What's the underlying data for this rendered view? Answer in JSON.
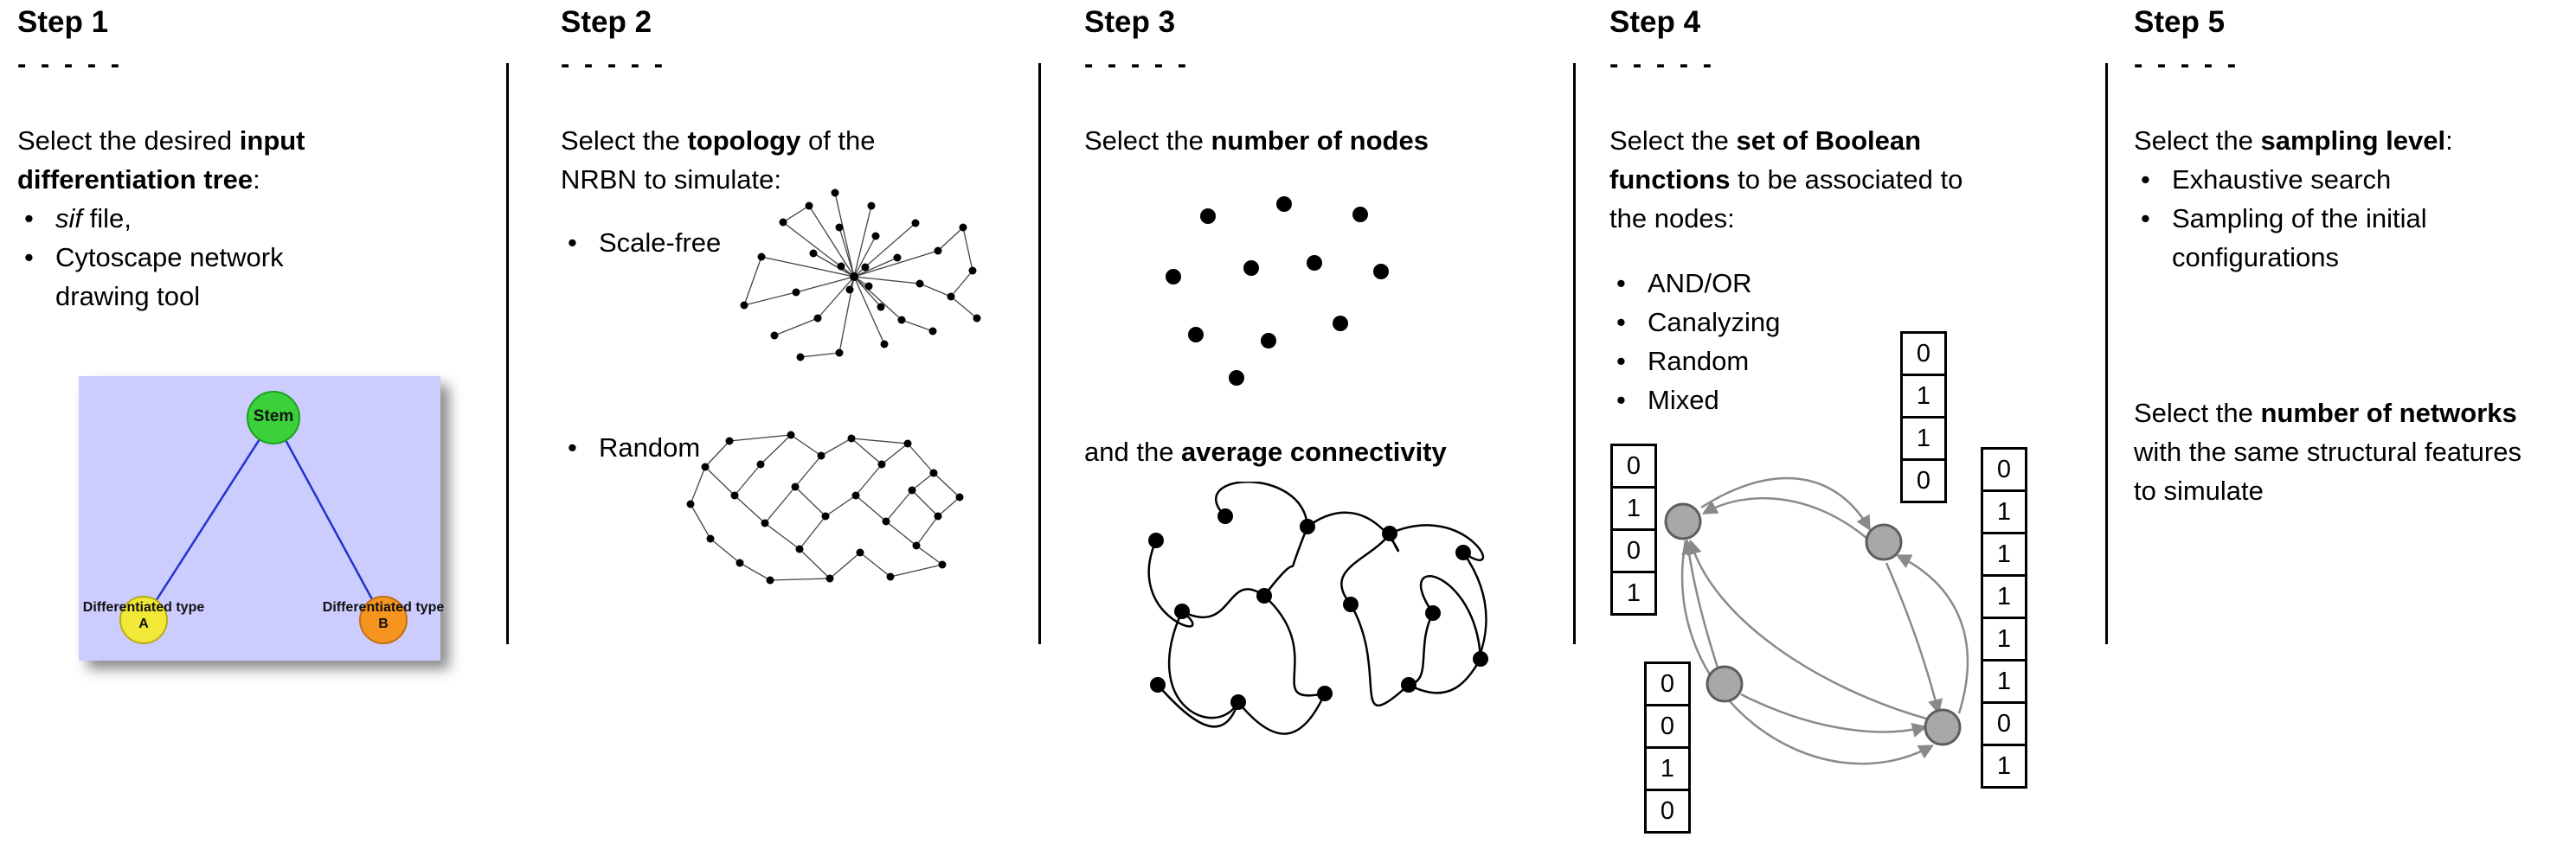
{
  "ui": {
    "dashes": "- - - - -",
    "bullet": "•"
  },
  "colors": {
    "stem_green": "#3ad13a",
    "type_a_yellow": "#f2e838",
    "type_b_orange": "#f5951f",
    "panel_lavender": "#ccccff",
    "tree_edge_blue": "#2233cc",
    "network_node_gray": "#a8a8a8",
    "arrow_gray": "#8a8a8a"
  },
  "step1": {
    "title": "Step 1",
    "intro_pre": "Select the desired ",
    "intro_bold": "input differentiation tree",
    "intro_post": ":",
    "bullet1_italic": "sif",
    "bullet1_rest": " file,",
    "bullet2": "Cytoscape network drawing tool",
    "tree": {
      "stem_label": "Stem",
      "type_a_label": "Differentiated type A",
      "type_b_label": "Differentiated type B"
    }
  },
  "step2": {
    "title": "Step 2",
    "intro_pre": "Select the ",
    "intro_bold": "topology",
    "intro_post": " of the NRBN to simulate:",
    "bullet1": "Scale-free",
    "bullet2": "Random"
  },
  "step3": {
    "title": "Step 3",
    "intro_pre": "Select the ",
    "intro_bold": "number of nodes",
    "second_pre": "and the ",
    "second_bold": "average connectivity"
  },
  "step4": {
    "title": "Step 4",
    "intro_pre": "Select the ",
    "intro_bold": "set of Boolean functions",
    "intro_post": " to be associated to the nodes:",
    "bullets": [
      "AND/OR",
      "Canalyzing",
      "Random",
      "Mixed"
    ],
    "tables": {
      "top": [
        "0",
        "1",
        "1",
        "0"
      ],
      "left": [
        "0",
        "1",
        "0",
        "1"
      ],
      "bottom": [
        "0",
        "0",
        "1",
        "0"
      ],
      "right": [
        "0",
        "1",
        "1",
        "1",
        "1",
        "1",
        "0",
        "1"
      ]
    }
  },
  "step5": {
    "title": "Step 5",
    "intro_pre": "Select the ",
    "intro_bold": "sampling level",
    "intro_post": ":",
    "bullets": [
      "Exhaustive search",
      "Sampling of the initial configurations"
    ],
    "second_pre": "Select the ",
    "second_bold": "number of networks",
    "second_post": " with the same structural features to simulate"
  }
}
